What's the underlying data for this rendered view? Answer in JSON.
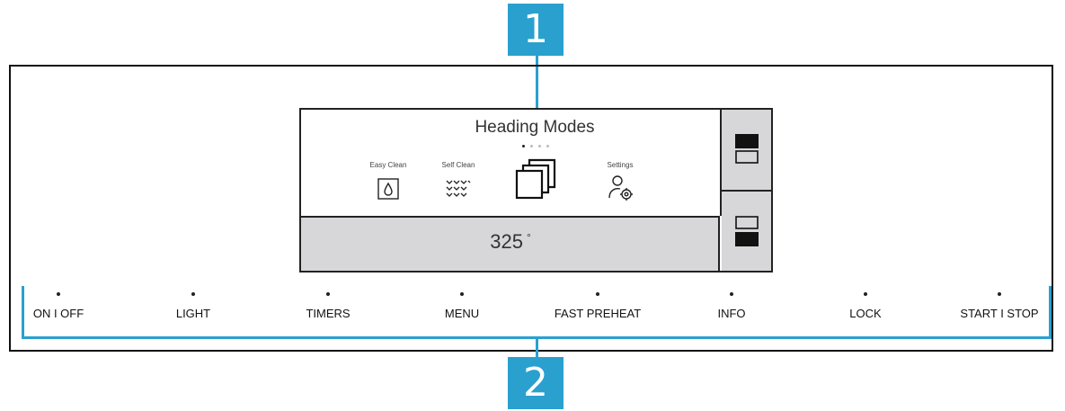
{
  "callouts": {
    "one": "1",
    "two": "2"
  },
  "display": {
    "heading": "Heading Modes",
    "modes": {
      "easy_clean": "Easy Clean",
      "self_clean": "Self Clean",
      "settings": "Settings"
    },
    "temperature": "325",
    "temperature_unit": "°",
    "pager_icon": "page-indicator-dots",
    "side_icons": [
      "upper-oven-selected-icon",
      "lower-oven-selected-icon"
    ]
  },
  "buttons": [
    {
      "label": "ON I OFF"
    },
    {
      "label": "LIGHT"
    },
    {
      "label": "TIMERS"
    },
    {
      "label": "MENU"
    },
    {
      "label": "FAST PREHEAT"
    },
    {
      "label": "INFO"
    },
    {
      "label": "LOCK"
    },
    {
      "label": "START I STOP"
    }
  ],
  "colors": {
    "callout": "#2aa0cf",
    "screen_gray": "#d7d7d9"
  }
}
